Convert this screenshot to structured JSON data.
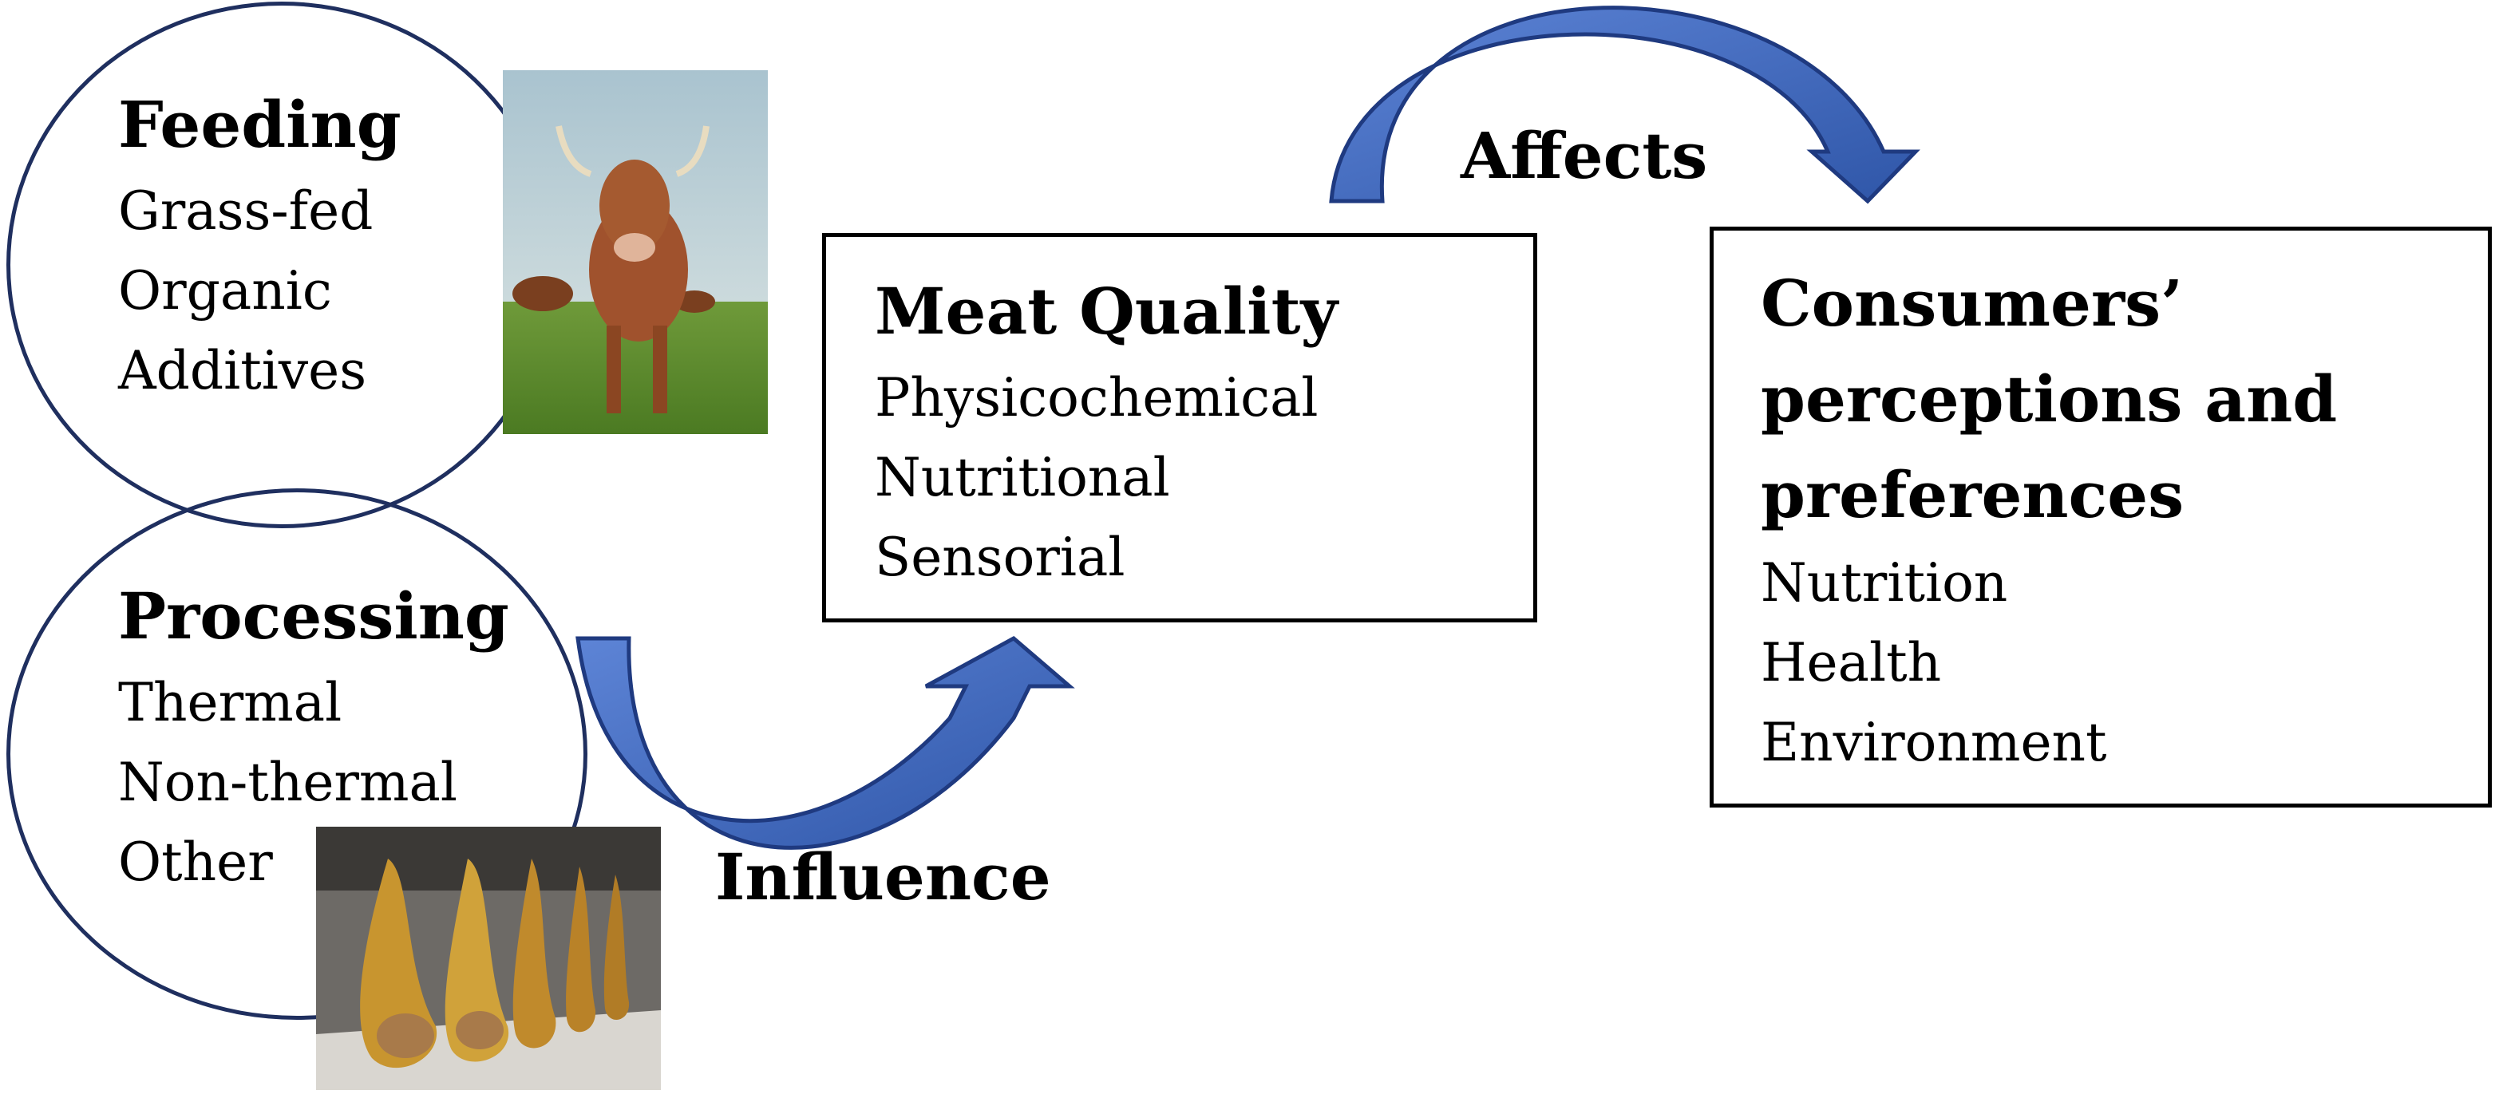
{
  "colors": {
    "arrow_fill": "#4a6fbf",
    "arrow_dark": "#1f3a80",
    "ellipse_stroke": "#1f2f5f",
    "box_stroke": "#000000"
  },
  "feeding": {
    "title": "Feeding",
    "items": [
      "Grass-fed",
      "Organic",
      "Additives"
    ]
  },
  "processing": {
    "title": "Processing",
    "items": [
      "Thermal",
      "Non-thermal",
      "Other"
    ]
  },
  "meat_quality": {
    "title": "Meat Quality",
    "items": [
      "Physicochemical",
      "Nutritional",
      "Sensorial"
    ]
  },
  "consumers": {
    "title_lines": [
      "Consumers’",
      "perceptions and",
      "preferences"
    ],
    "items": [
      "Nutrition",
      "Health",
      "Environment"
    ]
  },
  "arrows": {
    "influence": "Influence",
    "affects": "Affects"
  },
  "images": {
    "cow": "cow-photo",
    "ham": "ham-photo"
  }
}
